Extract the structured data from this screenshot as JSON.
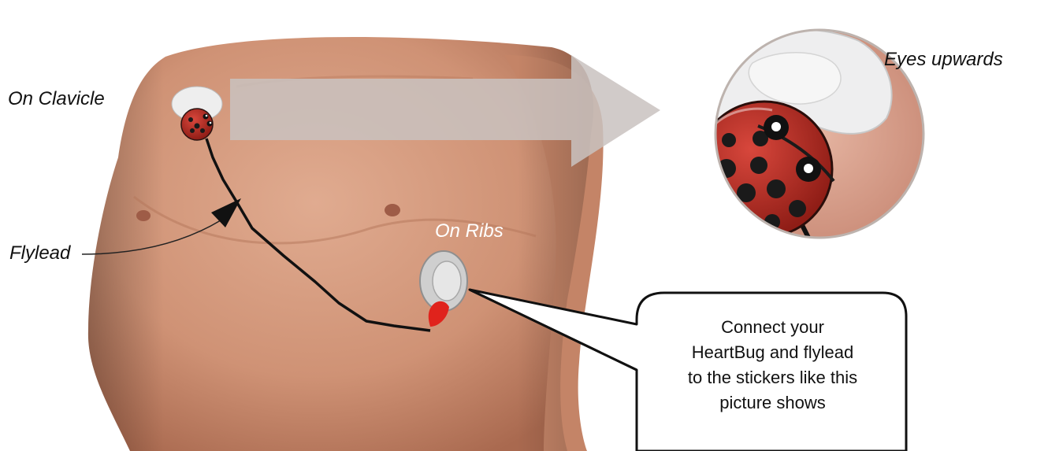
{
  "labels": {
    "clavicle": "On Clavicle",
    "eyes": "Eyes upwards",
    "flylead": "Flylead",
    "ribs": "On Ribs"
  },
  "callout": {
    "lines": [
      "Connect your",
      "HeartBug and flylead",
      "to the stickers like this",
      "picture shows"
    ]
  },
  "colors": {
    "skin": "#d49a7e",
    "skin_shadow": "#b97a5f",
    "bug_red": "#b02a22",
    "bug_spots": "#1a1a1a",
    "sticker": "#e9e9ea",
    "arrow": "#c9c2bf",
    "lead": "#111111"
  },
  "icons": {
    "clavicle_bug": "ladybug-icon",
    "zoom_bug": "ladybug-icon",
    "ribs_sticker": "electrode-sticker-icon"
  }
}
